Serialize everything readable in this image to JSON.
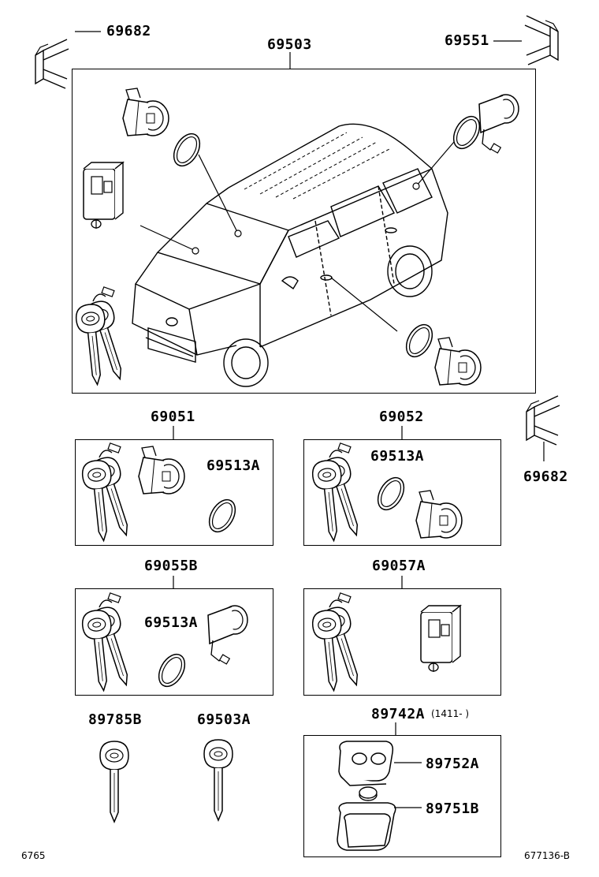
{
  "parts": {
    "clip_top_left": "69682",
    "main_set": "69503",
    "clip_top_right": "69551",
    "cyl_set_1": "69051",
    "cyl_set_2": "69052",
    "clip_mid_right": "69682",
    "ring_1": "69513A",
    "ring_2": "69513A",
    "cyl_set_3": "69055B",
    "cyl_set_4": "69057A",
    "ring_3": "69513A",
    "key_blank": "89785B",
    "key_main": "69503A",
    "transmitter": "89742A",
    "transmitter_date": "(1411-    )",
    "transmitter_cover": "89752A",
    "transmitter_case": "89751B"
  },
  "footer": {
    "left_code": "6765",
    "right_code": "677136-B"
  },
  "icons": [
    "door-clip-icon",
    "vehicle-outline-icon",
    "lock-cylinder-icon",
    "key-icon",
    "retaining-ring-icon",
    "ignition-switch-icon",
    "transmitter-housing-icon",
    "battery-icon",
    "transmitter-case-icon"
  ]
}
